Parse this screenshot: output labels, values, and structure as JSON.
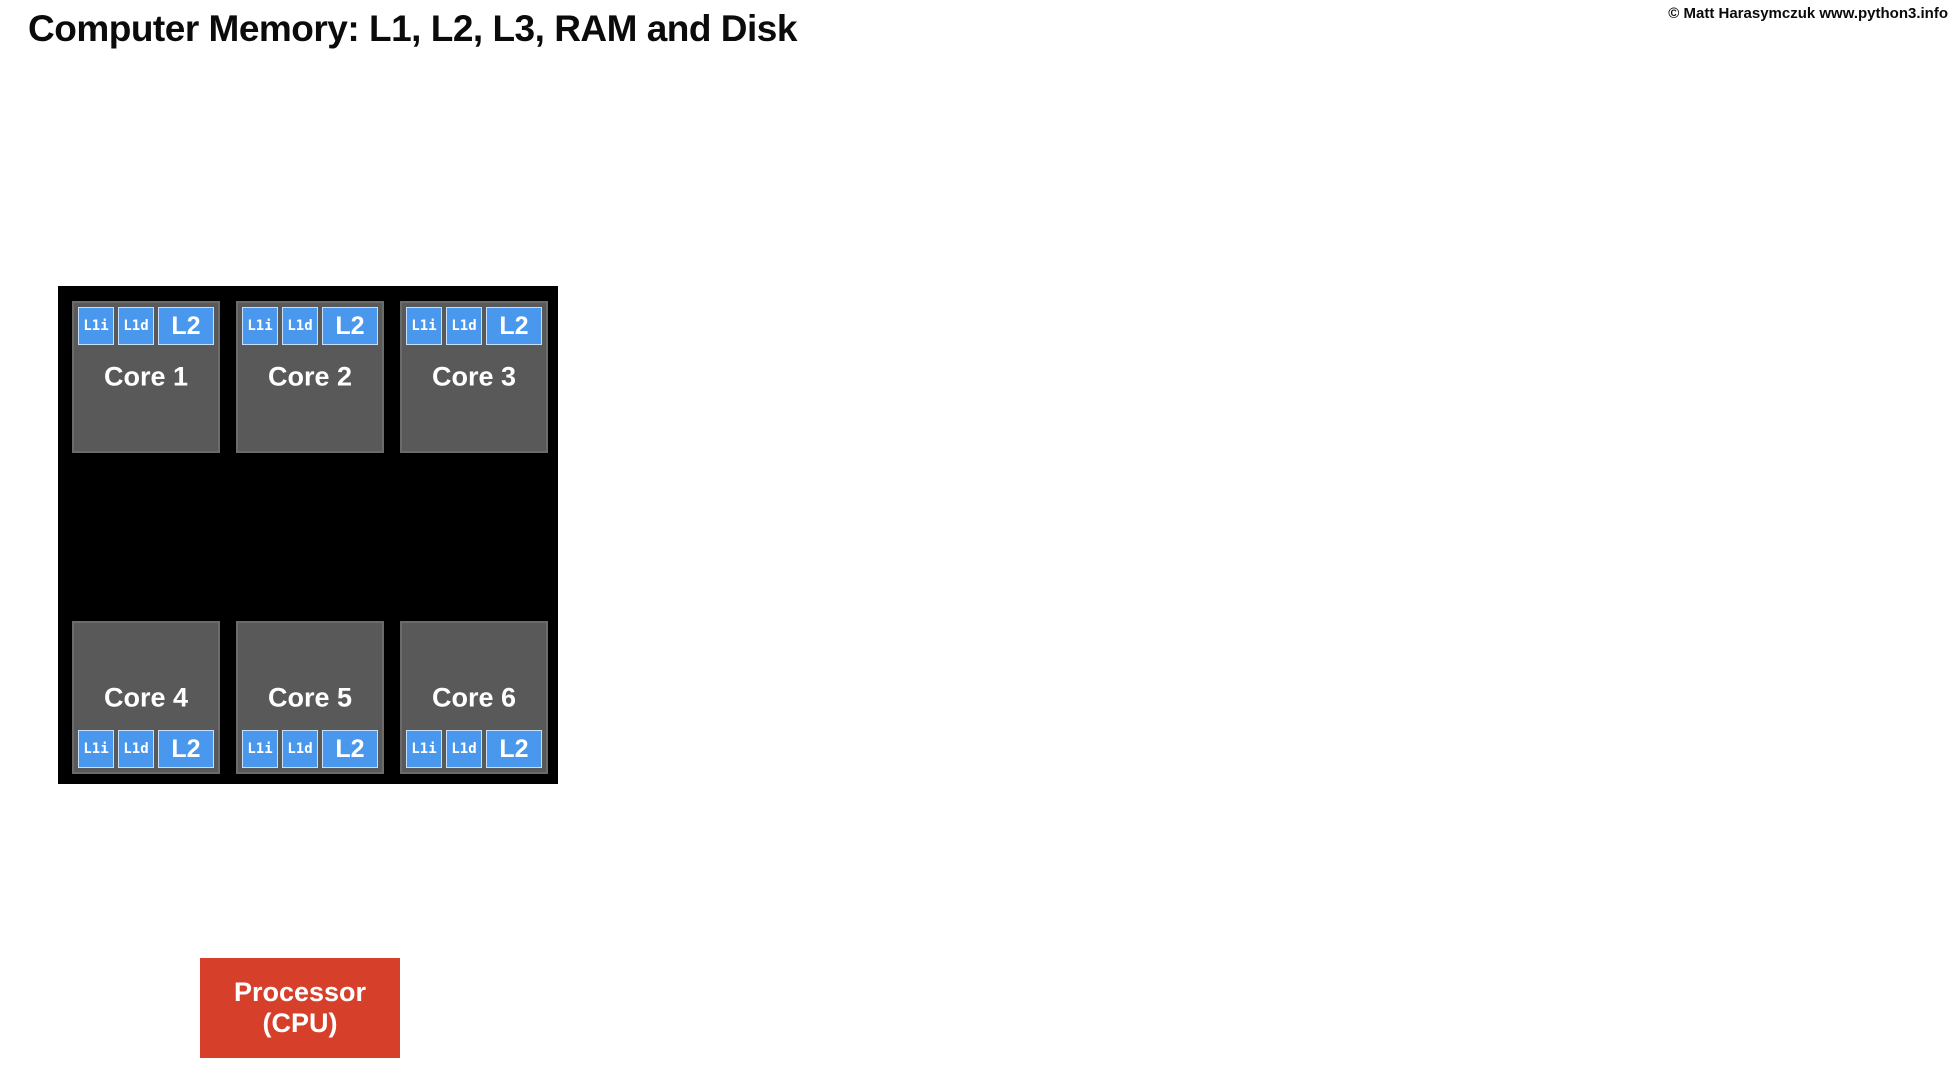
{
  "page": {
    "title": "Computer Memory: L1, L2, L3, RAM and Disk",
    "copyright": "© Matt Harasymczuk www.python3.info"
  },
  "diagram": {
    "colors": {
      "cache_blue": "#4a98ee",
      "core_gray": "#595959",
      "die_black": "#000000",
      "processor_red": "#d6402a"
    },
    "die": {
      "cores": [
        {
          "label": "Core 1",
          "cache_position": "top",
          "caches": [
            "L1i",
            "L1d",
            "L2"
          ]
        },
        {
          "label": "Core 2",
          "cache_position": "top",
          "caches": [
            "L1i",
            "L1d",
            "L2"
          ]
        },
        {
          "label": "Core 3",
          "cache_position": "top",
          "caches": [
            "L1i",
            "L1d",
            "L2"
          ]
        },
        {
          "label": "Core 4",
          "cache_position": "bottom",
          "caches": [
            "L1i",
            "L1d",
            "L2"
          ]
        },
        {
          "label": "Core 5",
          "cache_position": "bottom",
          "caches": [
            "L1i",
            "L1d",
            "L2"
          ]
        },
        {
          "label": "Core 6",
          "cache_position": "bottom",
          "caches": [
            "L1i",
            "L1d",
            "L2"
          ]
        }
      ]
    },
    "processor": {
      "label_line1": "Processor",
      "label_line2": "(CPU)"
    }
  }
}
